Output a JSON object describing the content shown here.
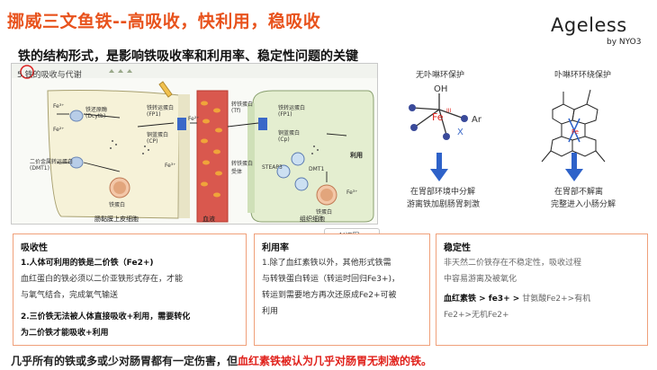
{
  "header": {
    "title": "挪威三文鱼铁--高吸收，快利用，稳吸收",
    "subtitle": "铁的结构形式，是影响铁吸收率和利用率、稳定性问题的关键",
    "brand": {
      "name": "Ageless",
      "by": "by NYO3"
    }
  },
  "diagram": {
    "heading": "5.铁的吸收与代谢",
    "labels": {
      "fe3_a": "Fe³⁺",
      "fe2_a": "Fe²⁺",
      "dcytb": "铁还原酶\n(Dcytb)",
      "dmt1": "二价金属转运蛋白\n(DMT1)",
      "ferritin_l": "铁蛋白",
      "fp1": "铁转运蛋白\n(FP1)",
      "cp": "铜蓝蛋白\n(CP)",
      "fe3_b": "Fe³⁺",
      "fe2_b": "Fe²⁺",
      "tf": "转铁蛋白\n(Tf)",
      "tfr": "转铁蛋白\n受体",
      "fp1_r": "铁转运蛋白\n(FP1)",
      "cp_r": "铜蓝蛋白\n(Cp)",
      "use": "利用",
      "steap": "STEAP3",
      "dmt1_r": "DMT1",
      "ferritin_r": "铁蛋白",
      "fe3_c": "Fe³⁺",
      "intestine": "肠黏膜上皮细胞",
      "blood": "血液",
      "tissue": "组织细胞"
    }
  },
  "heme": {
    "left_title": "无卟啉环保护",
    "right_title": "卟啉环环绕保护",
    "left_formula": {
      "oh": "OH",
      "fe": "Fe",
      "ar": "Ar",
      "x": "X",
      "sup": "III"
    },
    "left_caption": [
      "在胃部环境中分解",
      "游离铁加剧肠胃刺激"
    ],
    "right_caption": [
      "在胃部不解离",
      "完整进入小肠分解"
    ],
    "colors": {
      "arrow": "#2e62c9",
      "red": "#e0201a",
      "blue": "#3a68c8"
    }
  },
  "ai_chip": {
    "label": "AI识图",
    "chevron": "⌄"
  },
  "boxes": {
    "absorption": {
      "title": "吸收性",
      "lines": [
        "1.人体可利用的铁是二价铁（Fe2+)",
        "血红蛋白的铁必须以二价亚铁形式存在，才能",
        "与氧气结合，完成氧气输送",
        "2.三价铁无法被人体直接吸收+利用，需要转化",
        "为二价铁才能吸收+利用"
      ]
    },
    "utilization": {
      "title": "利用率",
      "lines": [
        "1.除了血红素铁以外，其他形式铁需",
        "与转铁蛋白转运（转运时回归Fe3+)，",
        "转运到需要地方再次还原成Fe2+可被",
        "利用"
      ]
    },
    "stability": {
      "title": "稳定性",
      "lines": [
        "非天然二价铁存在不稳定性，吸收过程",
        "中容易游离及被氧化"
      ],
      "chain_bold": "血红素铁 > fe3+ >",
      "chain_rest": "甘氨酸Fe2+>有机",
      "chain_line2": "Fe2+>无机Fe2+"
    }
  },
  "conclusion": {
    "prefix": "几乎所有的铁或多或少对肠胃都有一定伤害，但",
    "highlight": "血红素铁被认为几乎对肠胃无刺激的铁。"
  }
}
